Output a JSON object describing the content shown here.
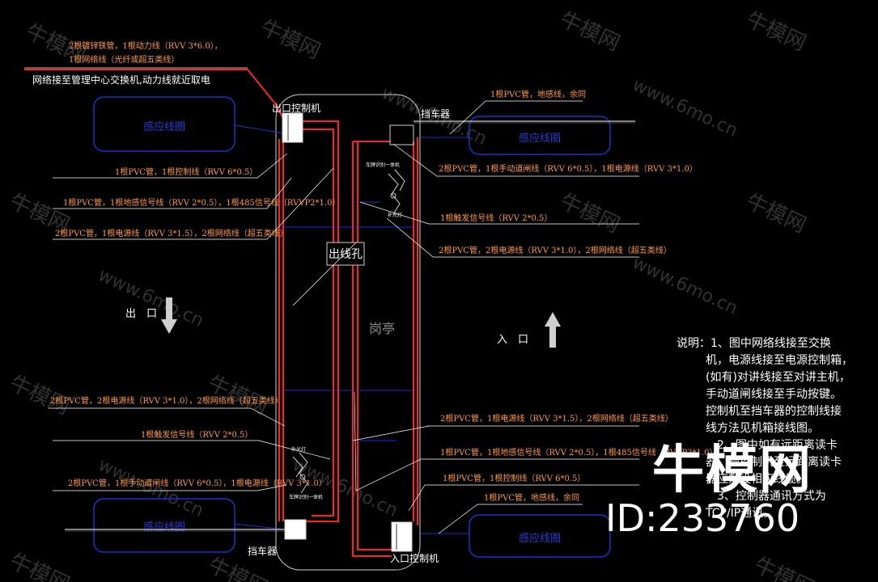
{
  "watermarks": [
    "牛模网",
    "www.6mo.cn"
  ],
  "top_note": {
    "line1": "2根镀锌铁管，1根动力线（RVV 3*6.0），",
    "line2": "1根网络线（光纤或超五类线）",
    "network": "网络接至管理中心交换机,动力线就近取电"
  },
  "labels": {
    "exit_controller": "出口控制机",
    "entry_controller": "入口控制机",
    "barrier_top": "挡车器",
    "barrier_bottom": "挡车器",
    "outlet_hole": "出线孔",
    "booth": "岗亭",
    "exit_text": "出　口",
    "entry_text": "入　口",
    "loop_a": "感应线圈",
    "loop_b": "感应线圈",
    "loop_c": "感应线圈",
    "loop_d": "感应线圈",
    "cam_a": "车牌识别一体机",
    "cam_b": "补光灯",
    "cam_c": "补光灯",
    "cam_d": "车牌识别一体机"
  },
  "annotations": {
    "a1": "1根PVC管，1根控制线（RVV 6*0.5）",
    "a2": "1根PVC管，1根地感信号线（RVV 2*0.5），1根485信号线（RVVP2*1.0）",
    "a3": "2根PVC管，1根电源线（RVV 3*1.5），2根网络线（超五类线）",
    "a4": "1根PVC管，地感线，余同",
    "a5": "2根PVC管，1根手动道闸线（RVV 6*0.5），1根电源线（RVV 3*1.0）",
    "a6": "1根触发信号线（RVV 2*0.5）",
    "a7": "2根PVC管，2根电源线（RVV 3*1.0），2根网络线（超五类线）",
    "b1": "2根PVC管，2根电源线（RVV 3*1.0），2根网络线（超五类线）",
    "b2": "1根触发信号线（RVV 2*0.5）",
    "b3": "2根PVC管，1根手动道闸线（RVV 6*0.5），1根电源线（RVV 3*1.0）",
    "b4": "2根PVC管，1根电源线（RVV 3*1.5），2根网络线（超五类线）",
    "b5": "1根PVC管，1根地感信号线（RVV 2*0.5），1根485信号线（RVVP2*1.0）",
    "b6": "1根PVC管，1根控制线（RVV 6*0.5）",
    "b7": "1根PVC管，地感线，余同"
  },
  "notes": {
    "l1": "说明：1、图中网络线接至交换",
    "l2": "机，电源线接至电源控制箱，",
    "l3": "(如有)对讲线接至对讲主机，",
    "l4": "手动道闸线接至手动按键。",
    "l5": "控制机至挡车器的控制线接",
    "l6": "线方法见机箱接线图。",
    "l7": "2、图中如有远距离读卡",
    "l8": "器，则控制机至远距离读卡",
    "l9": "器应敷设相应线缆。",
    "l10": "3、控制器通讯方式为",
    "l11": "TCP/IP通讯。"
  },
  "brand": {
    "name": "牛模网",
    "id": "ID:233760"
  },
  "colors": {
    "wire": "#ff2020",
    "annotation": "#ff9a3c",
    "loop": "#2030c8",
    "outline": "#cfcfcf"
  }
}
